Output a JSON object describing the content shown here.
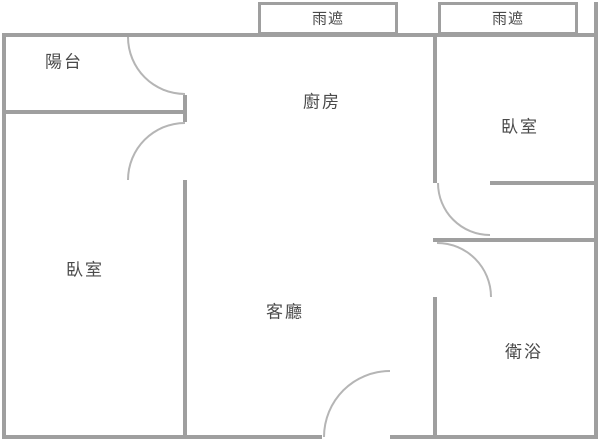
{
  "plan": {
    "type": "apartment-floor-plan",
    "wall_color": "#9f9f9f",
    "arc_color": "#b5b5b5",
    "text_color": "#4a4a4a",
    "background": "#ffffff"
  },
  "rooms": {
    "balcony": {
      "label": "陽台"
    },
    "canopy_left": {
      "label": "雨遮"
    },
    "canopy_right": {
      "label": "雨遮"
    },
    "kitchen": {
      "label": "廚房"
    },
    "bedroom_right": {
      "label": "臥室"
    },
    "bedroom_left": {
      "label": "臥室"
    },
    "living_room": {
      "label": "客廳"
    },
    "bathroom": {
      "label": "衛浴"
    }
  }
}
